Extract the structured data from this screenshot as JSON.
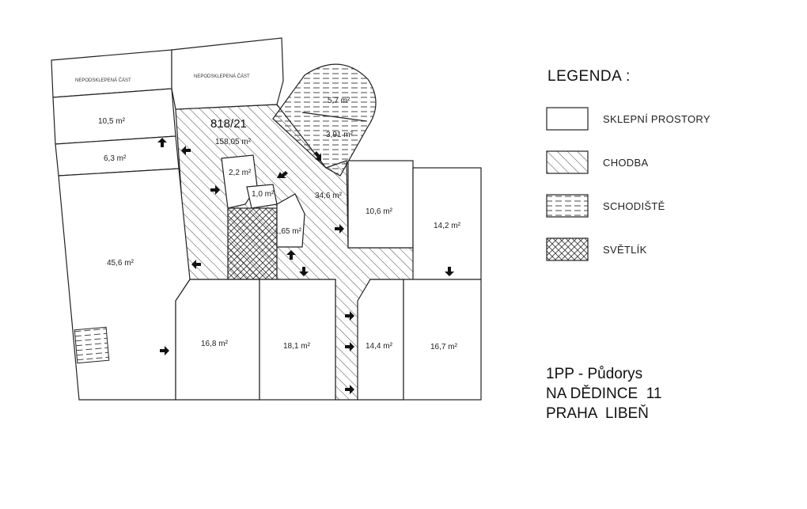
{
  "legend": {
    "title": "LEGENDA :",
    "items": [
      {
        "label": "SKLEPNÍ PROSTORY",
        "pattern": "none"
      },
      {
        "label": "CHODBA",
        "pattern": "diagonal"
      },
      {
        "label": "SCHODIŠTĚ",
        "pattern": "horizontal"
      },
      {
        "label": "SVĚTLÍK",
        "pattern": "crosshatch"
      }
    ]
  },
  "title": {
    "line1": "1PP - Půdorys",
    "line2": "NA DĚDINCE  11",
    "line3": "PRAHA  LIBEŇ"
  },
  "plan": {
    "parcel_number": "818/21",
    "unexcavated_label_left": "NEPODSKLEPENÁ ČÁST",
    "unexcavated_label_right": "NEPODSKLEPENÁ ČÁST",
    "rooms": {
      "r10_5": "10,5 m²",
      "r6_3": "6,3 m²",
      "r45_6": "45,6 m²",
      "r158": "158,05 m²",
      "r2_2": "2,2 m²",
      "r1_0": "1,0 m²",
      "r1_65": "1,65 m²",
      "r34_6": "34,6 m²",
      "r5_7": "5,7 m²",
      "r3_91": "3,91 m²",
      "r10_6": "10,6 m²",
      "r14_2": "14,2 m²",
      "r16_8": "16,8 m²",
      "r18_1": "18,1 m²",
      "r14_4": "14,4 m²",
      "r16_7": "16,7 m²"
    }
  },
  "colors": {
    "line": "#222222",
    "background": "#ffffff"
  }
}
